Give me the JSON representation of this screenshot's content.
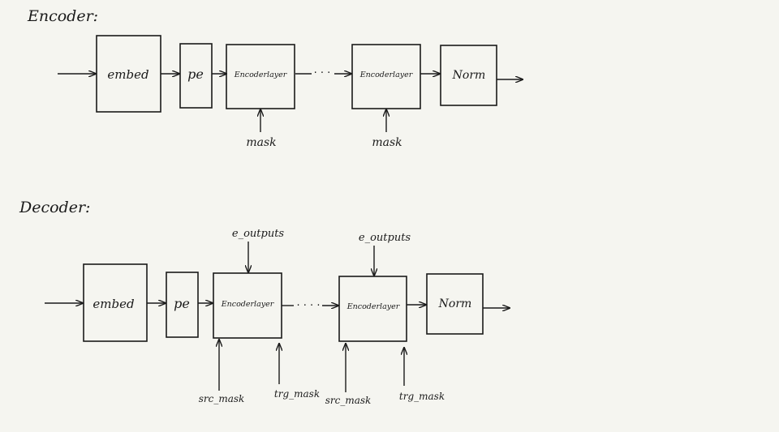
{
  "encoder": {
    "title": "Encoder:",
    "embed": "embed",
    "pe": "pe",
    "layer1": "Encoderlayer",
    "layer2": "Encoderlayer",
    "norm": "Norm",
    "mask1": "mask",
    "mask2": "mask",
    "dots": "· · ·"
  },
  "decoder": {
    "title": "Decoder:",
    "embed": "embed",
    "pe": "pe",
    "layer1": "Encoderlayer",
    "layer2": "Encoderlayer",
    "norm": "Norm",
    "eout1": "e_outputs",
    "eout2": "e_outputs",
    "src1": "src_mask",
    "trg1": "trg_mask",
    "src2": "src_mask",
    "trg2": "trg_mask",
    "dots": "· · · ·"
  },
  "colors": {
    "ink": "#1a1a1a",
    "paper": "#f5f5f0"
  }
}
